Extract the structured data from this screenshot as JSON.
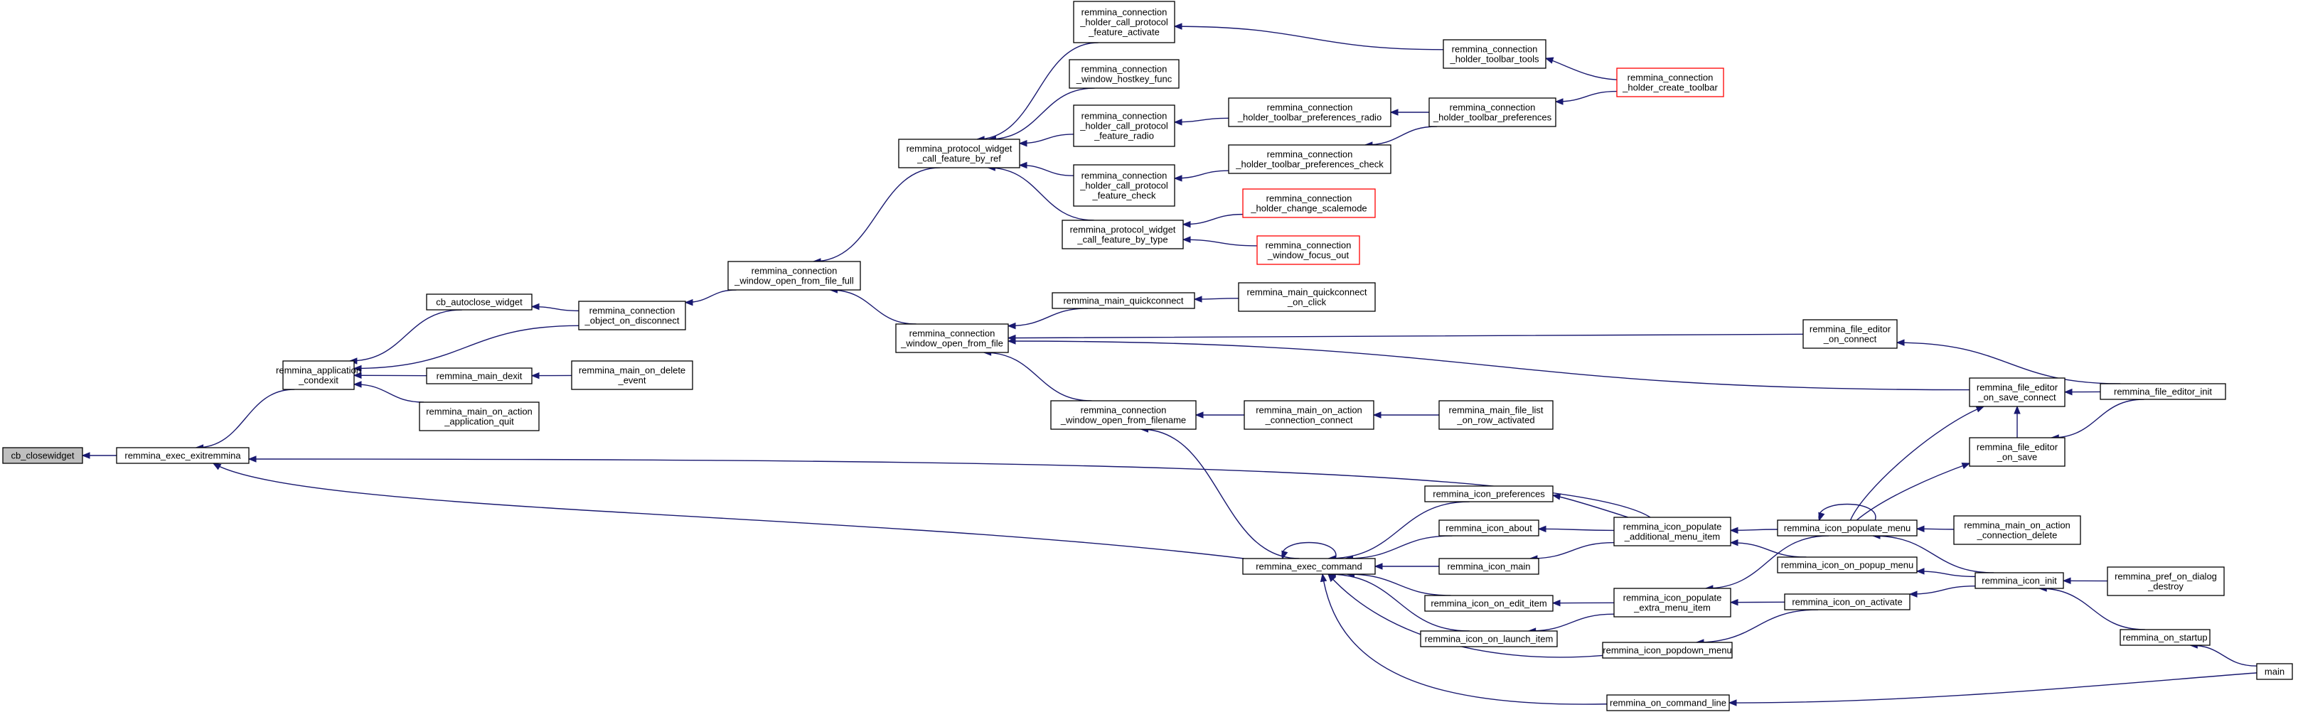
{
  "nodes": {
    "cb_closewidget": [
      "cb_closewidget"
    ],
    "exitremmina": [
      "remmina_exec_exitremmina"
    ],
    "condexit": [
      "remmina_application",
      "_condexit"
    ],
    "autoclose": [
      "cb_autoclose_widget"
    ],
    "main_dexit": [
      "remmina_main_dexit"
    ],
    "app_quit": [
      "remmina_main_on_action",
      "_application_quit"
    ],
    "obj_disconnect": [
      "remmina_connection",
      "_object_on_disconnect"
    ],
    "delete_event": [
      "remmina_main_on_delete",
      "_event"
    ],
    "open_file_full": [
      "remmina_connection",
      "_window_open_from_file_full"
    ],
    "open_file": [
      "remmina_connection",
      "_window_open_from_file"
    ],
    "by_ref": [
      "remmina_protocol_widget",
      "_call_feature_by_ref"
    ],
    "feat_activate": [
      "remmina_connection",
      "_holder_call_protocol",
      "_feature_activate"
    ],
    "hostkey": [
      "remmina_connection",
      "_window_hostkey_func"
    ],
    "feat_radio": [
      "remmina_connection",
      "_holder_call_protocol",
      "_feature_radio"
    ],
    "feat_check": [
      "remmina_connection",
      "_holder_call_protocol",
      "_feature_check"
    ],
    "by_type": [
      "remmina_protocol_widget",
      "_call_feature_by_type"
    ],
    "tb_tools": [
      "remmina_connection",
      "_holder_toolbar_tools"
    ],
    "create_toolbar": [
      "remmina_connection",
      "_holder_create_toolbar"
    ],
    "tb_pref_radio": [
      "remmina_connection",
      "_holder_toolbar_preferences_radio"
    ],
    "tb_prefs": [
      "remmina_connection",
      "_holder_toolbar_preferences"
    ],
    "tb_pref_check": [
      "remmina_connection",
      "_holder_toolbar_preferences_check"
    ],
    "scalemode": [
      "remmina_connection",
      "_holder_change_scalemode"
    ],
    "focus_out": [
      "remmina_connection",
      "_window_focus_out"
    ],
    "quickconnect": [
      "remmina_main_quickconnect"
    ],
    "qc_click": [
      "remmina_main_quickconnect",
      "_on_click"
    ],
    "open_filename": [
      "remmina_connection",
      "_window_open_from_filename"
    ],
    "conn_connect": [
      "remmina_main_on_action",
      "_connection_connect"
    ],
    "row_activated": [
      "remmina_main_file_list",
      "_on_row_activated"
    ],
    "fe_on_connect": [
      "remmina_file_editor",
      "_on_connect"
    ],
    "fe_save_connect": [
      "remmina_file_editor",
      "_on_save_connect"
    ],
    "fe_init": [
      "remmina_file_editor_init"
    ],
    "fe_on_save": [
      "remmina_file_editor",
      "_on_save"
    ],
    "exec_command": [
      "remmina_exec_command"
    ],
    "icon_prefs": [
      "remmina_icon_preferences"
    ],
    "icon_about": [
      "remmina_icon_about"
    ],
    "icon_main": [
      "remmina_icon_main"
    ],
    "icon_edit": [
      "remmina_icon_on_edit_item"
    ],
    "icon_launch": [
      "remmina_icon_on_launch_item"
    ],
    "popdown": [
      "remmina_icon_popdown_menu"
    ],
    "cmd_line": [
      "remmina_on_command_line"
    ],
    "add_menu_item": [
      "remmina_icon_populate",
      "_additional_menu_item"
    ],
    "extra_menu_item": [
      "remmina_icon_populate",
      "_extra_menu_item"
    ],
    "populate_menu": [
      "remmina_icon_populate_menu"
    ],
    "popup_menu": [
      "remmina_icon_on_popup_menu"
    ],
    "on_activate": [
      "remmina_icon_on_activate"
    ],
    "conn_delete": [
      "remmina_main_on_action",
      "_connection_delete"
    ],
    "icon_init": [
      "remmina_icon_init"
    ],
    "pref_destroy": [
      "remmina_pref_on_dialog",
      "_destroy"
    ],
    "on_startup": [
      "remmina_on_startup"
    ],
    "main": [
      "main"
    ]
  },
  "focus_node": "cb_closewidget",
  "red_nodes": [
    "create_toolbar",
    "scalemode",
    "focus_out"
  ],
  "colors": {
    "edge": "#191970",
    "red_border": "#ff0000",
    "focus_fill": "#bfbfbf"
  },
  "edges": [
    [
      "exitremmina",
      "cb_closewidget"
    ],
    [
      "condexit",
      "exitremmina"
    ],
    [
      "autoclose",
      "condexit"
    ],
    [
      "main_dexit",
      "condexit"
    ],
    [
      "app_quit",
      "condexit"
    ],
    [
      "obj_disconnect",
      "condexit"
    ],
    [
      "obj_disconnect",
      "autoclose"
    ],
    [
      "delete_event",
      "main_dexit"
    ],
    [
      "open_file_full",
      "obj_disconnect"
    ],
    [
      "open_file",
      "open_file_full"
    ],
    [
      "by_ref",
      "open_file_full"
    ],
    [
      "feat_activate",
      "by_ref"
    ],
    [
      "hostkey",
      "by_ref"
    ],
    [
      "feat_radio",
      "by_ref"
    ],
    [
      "feat_check",
      "by_ref"
    ],
    [
      "by_type",
      "by_ref"
    ],
    [
      "tb_tools",
      "feat_activate"
    ],
    [
      "create_toolbar",
      "tb_tools"
    ],
    [
      "tb_pref_radio",
      "feat_radio"
    ],
    [
      "tb_prefs",
      "tb_pref_radio"
    ],
    [
      "create_toolbar",
      "tb_prefs"
    ],
    [
      "tb_pref_check",
      "feat_check"
    ],
    [
      "tb_prefs",
      "tb_pref_check"
    ],
    [
      "scalemode",
      "by_type"
    ],
    [
      "focus_out",
      "by_type"
    ],
    [
      "quickconnect",
      "open_file"
    ],
    [
      "qc_click",
      "quickconnect"
    ],
    [
      "fe_on_connect",
      "open_file"
    ],
    [
      "fe_save_connect",
      "open_file"
    ],
    [
      "open_filename",
      "open_file"
    ],
    [
      "fe_init",
      "fe_on_connect"
    ],
    [
      "fe_init",
      "fe_save_connect"
    ],
    [
      "fe_on_save",
      "fe_save_connect"
    ],
    [
      "fe_init",
      "fe_on_save"
    ],
    [
      "conn_connect",
      "open_filename"
    ],
    [
      "row_activated",
      "conn_connect"
    ],
    [
      "exec_command",
      "open_filename"
    ],
    [
      "exec_command",
      "exitremmina"
    ],
    [
      "add_menu_item",
      "exitremmina"
    ],
    [
      "exec_command",
      "exec_command"
    ],
    [
      "icon_prefs",
      "exec_command"
    ],
    [
      "icon_about",
      "exec_command"
    ],
    [
      "icon_main",
      "exec_command"
    ],
    [
      "icon_edit",
      "exec_command"
    ],
    [
      "icon_launch",
      "exec_command"
    ],
    [
      "popdown",
      "exec_command"
    ],
    [
      "cmd_line",
      "exec_command"
    ],
    [
      "add_menu_item",
      "icon_prefs"
    ],
    [
      "add_menu_item",
      "icon_about"
    ],
    [
      "add_menu_item",
      "icon_main"
    ],
    [
      "extra_menu_item",
      "icon_edit"
    ],
    [
      "extra_menu_item",
      "icon_launch"
    ],
    [
      "populate_menu",
      "add_menu_item"
    ],
    [
      "popup_menu",
      "add_menu_item"
    ],
    [
      "populate_menu",
      "extra_menu_item"
    ],
    [
      "on_activate",
      "extra_menu_item"
    ],
    [
      "on_activate",
      "popdown"
    ],
    [
      "populate_menu",
      "populate_menu"
    ],
    [
      "populate_menu",
      "fe_save_connect"
    ],
    [
      "populate_menu",
      "fe_on_save"
    ],
    [
      "conn_delete",
      "populate_menu"
    ],
    [
      "icon_init",
      "populate_menu"
    ],
    [
      "icon_init",
      "popup_menu"
    ],
    [
      "icon_init",
      "on_activate"
    ],
    [
      "pref_destroy",
      "icon_init"
    ],
    [
      "on_startup",
      "icon_init"
    ],
    [
      "main",
      "on_startup"
    ],
    [
      "main",
      "cmd_line"
    ]
  ]
}
